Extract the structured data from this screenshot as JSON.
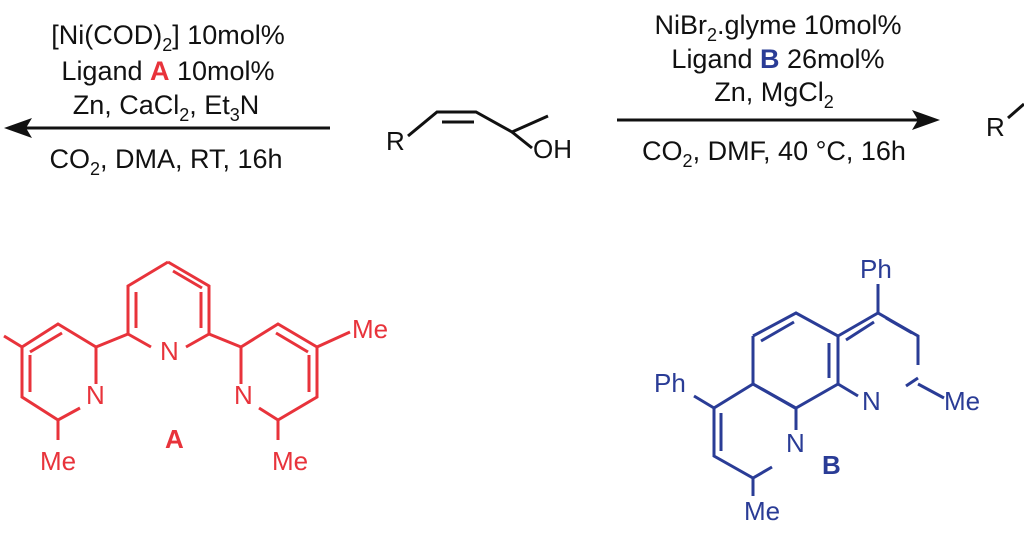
{
  "colors": {
    "black": "#111111",
    "ligand_a": "#e8333b",
    "ligand_b": "#2a3c96"
  },
  "left_conditions": {
    "line1": {
      "prefix": "[Ni(COD)",
      "sub": "2",
      "suffix": "] 10mol%"
    },
    "line2": {
      "prefix": "Ligand ",
      "ligand": "A",
      "suffix": " 10mol%"
    },
    "line3": {
      "prefix": "Zn, CaCl",
      "sub1": "2",
      "mid": ", Et",
      "sub2": "3",
      "suffix": "N"
    },
    "line4": {
      "prefix": "CO",
      "sub": "2",
      "suffix": ", DMA, RT, 16h"
    }
  },
  "right_conditions": {
    "line1": {
      "prefix": "NiBr",
      "sub": "2",
      "suffix": ".glyme 10mol%"
    },
    "line2": {
      "prefix": "Ligand ",
      "ligand": "B",
      "suffix": " 26mol%"
    },
    "line3": {
      "prefix": "Zn, MgCl",
      "sub": "2"
    },
    "line4": {
      "prefix": "CO",
      "sub": "2",
      "suffix": ", DMF, 40 °C, 16h"
    }
  },
  "substrate": {
    "r": "R",
    "oh": "OH"
  },
  "product_partial": {
    "r": "R"
  },
  "ligand_a": {
    "label": "A",
    "n": "N",
    "me": "Me"
  },
  "ligand_b": {
    "label": "B",
    "n": "N",
    "me": "Me",
    "ph": "Ph"
  }
}
